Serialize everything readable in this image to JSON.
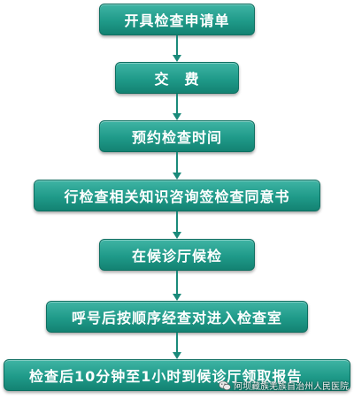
{
  "flow": {
    "steps": [
      {
        "label": "开具检查申请单"
      },
      {
        "label": "交　费"
      },
      {
        "label": "预约检查时间"
      },
      {
        "label": "行检查相关知识咨询签检查同意书"
      },
      {
        "label": "在候诊厅候检"
      },
      {
        "label": "呼号后按顺序经查对进入检查室"
      },
      {
        "label": "检查后10分钟至1小时到候诊厅领取报告"
      }
    ]
  },
  "watermark": {
    "text": "阿坝藏族羌族自治州人民医院",
    "icon": "wechat-icon"
  },
  "colors": {
    "box_top": "#3fb4a4",
    "box_bottom": "#138272",
    "arrow": "#1a8a7a",
    "text": "#ffffff"
  }
}
